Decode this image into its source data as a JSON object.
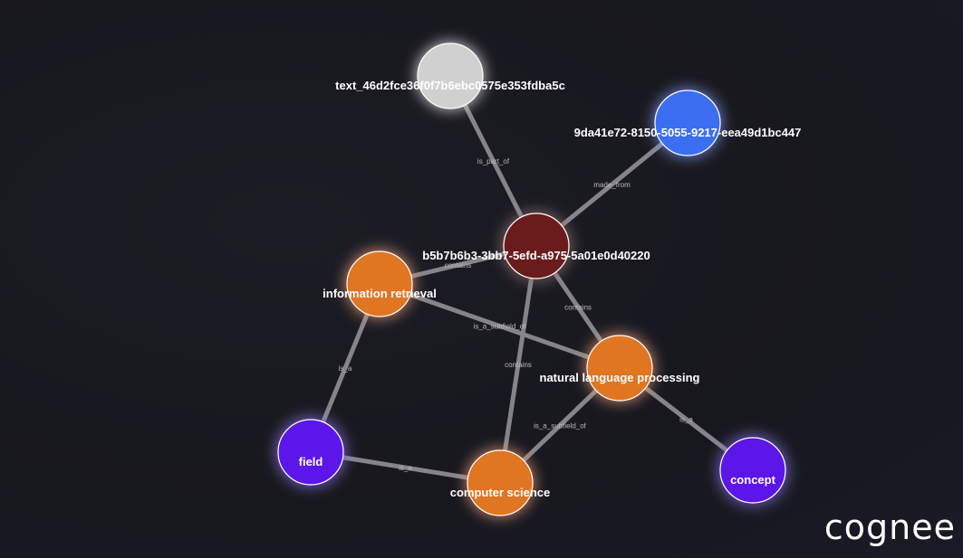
{
  "graph": {
    "nodes": [
      {
        "id": "text",
        "label": "text_46d2fce36f0f7b6ebc0575e353fdba5c",
        "color": "#d0d0d0"
      },
      {
        "id": "blue",
        "label": "9da41e72-8150-5055-9217-eea49d1bc447",
        "color": "#3b6ef0"
      },
      {
        "id": "center",
        "label": "b5b7b6b3-3bb7-5efd-a975-5a01e0d40220",
        "color": "#6b1f1a"
      },
      {
        "id": "ir",
        "label": "information retrieval",
        "color": "#e07424"
      },
      {
        "id": "nlp",
        "label": "natural language processing",
        "color": "#e07424"
      },
      {
        "id": "field",
        "label": "field",
        "color": "#5b16ea"
      },
      {
        "id": "cs",
        "label": "computer science",
        "color": "#e07424"
      },
      {
        "id": "concept",
        "label": "concept",
        "color": "#5b16ea"
      }
    ],
    "edges": [
      {
        "source": "text",
        "target": "center",
        "label": "is_part_of"
      },
      {
        "source": "blue",
        "target": "center",
        "label": "made_from"
      },
      {
        "source": "center",
        "target": "ir",
        "label": "contains"
      },
      {
        "source": "center",
        "target": "nlp",
        "label": "contains"
      },
      {
        "source": "center",
        "target": "cs",
        "label": "contains"
      },
      {
        "source": "ir",
        "target": "nlp",
        "label": "is_a_subfield_of"
      },
      {
        "source": "ir",
        "target": "field",
        "label": "is_a"
      },
      {
        "source": "field",
        "target": "cs",
        "label": "is_a"
      },
      {
        "source": "nlp",
        "target": "cs",
        "label": "is_a_subfield_of"
      },
      {
        "source": "nlp",
        "target": "concept",
        "label": "is_a"
      }
    ]
  },
  "branding": {
    "logo_text": "cognee"
  }
}
